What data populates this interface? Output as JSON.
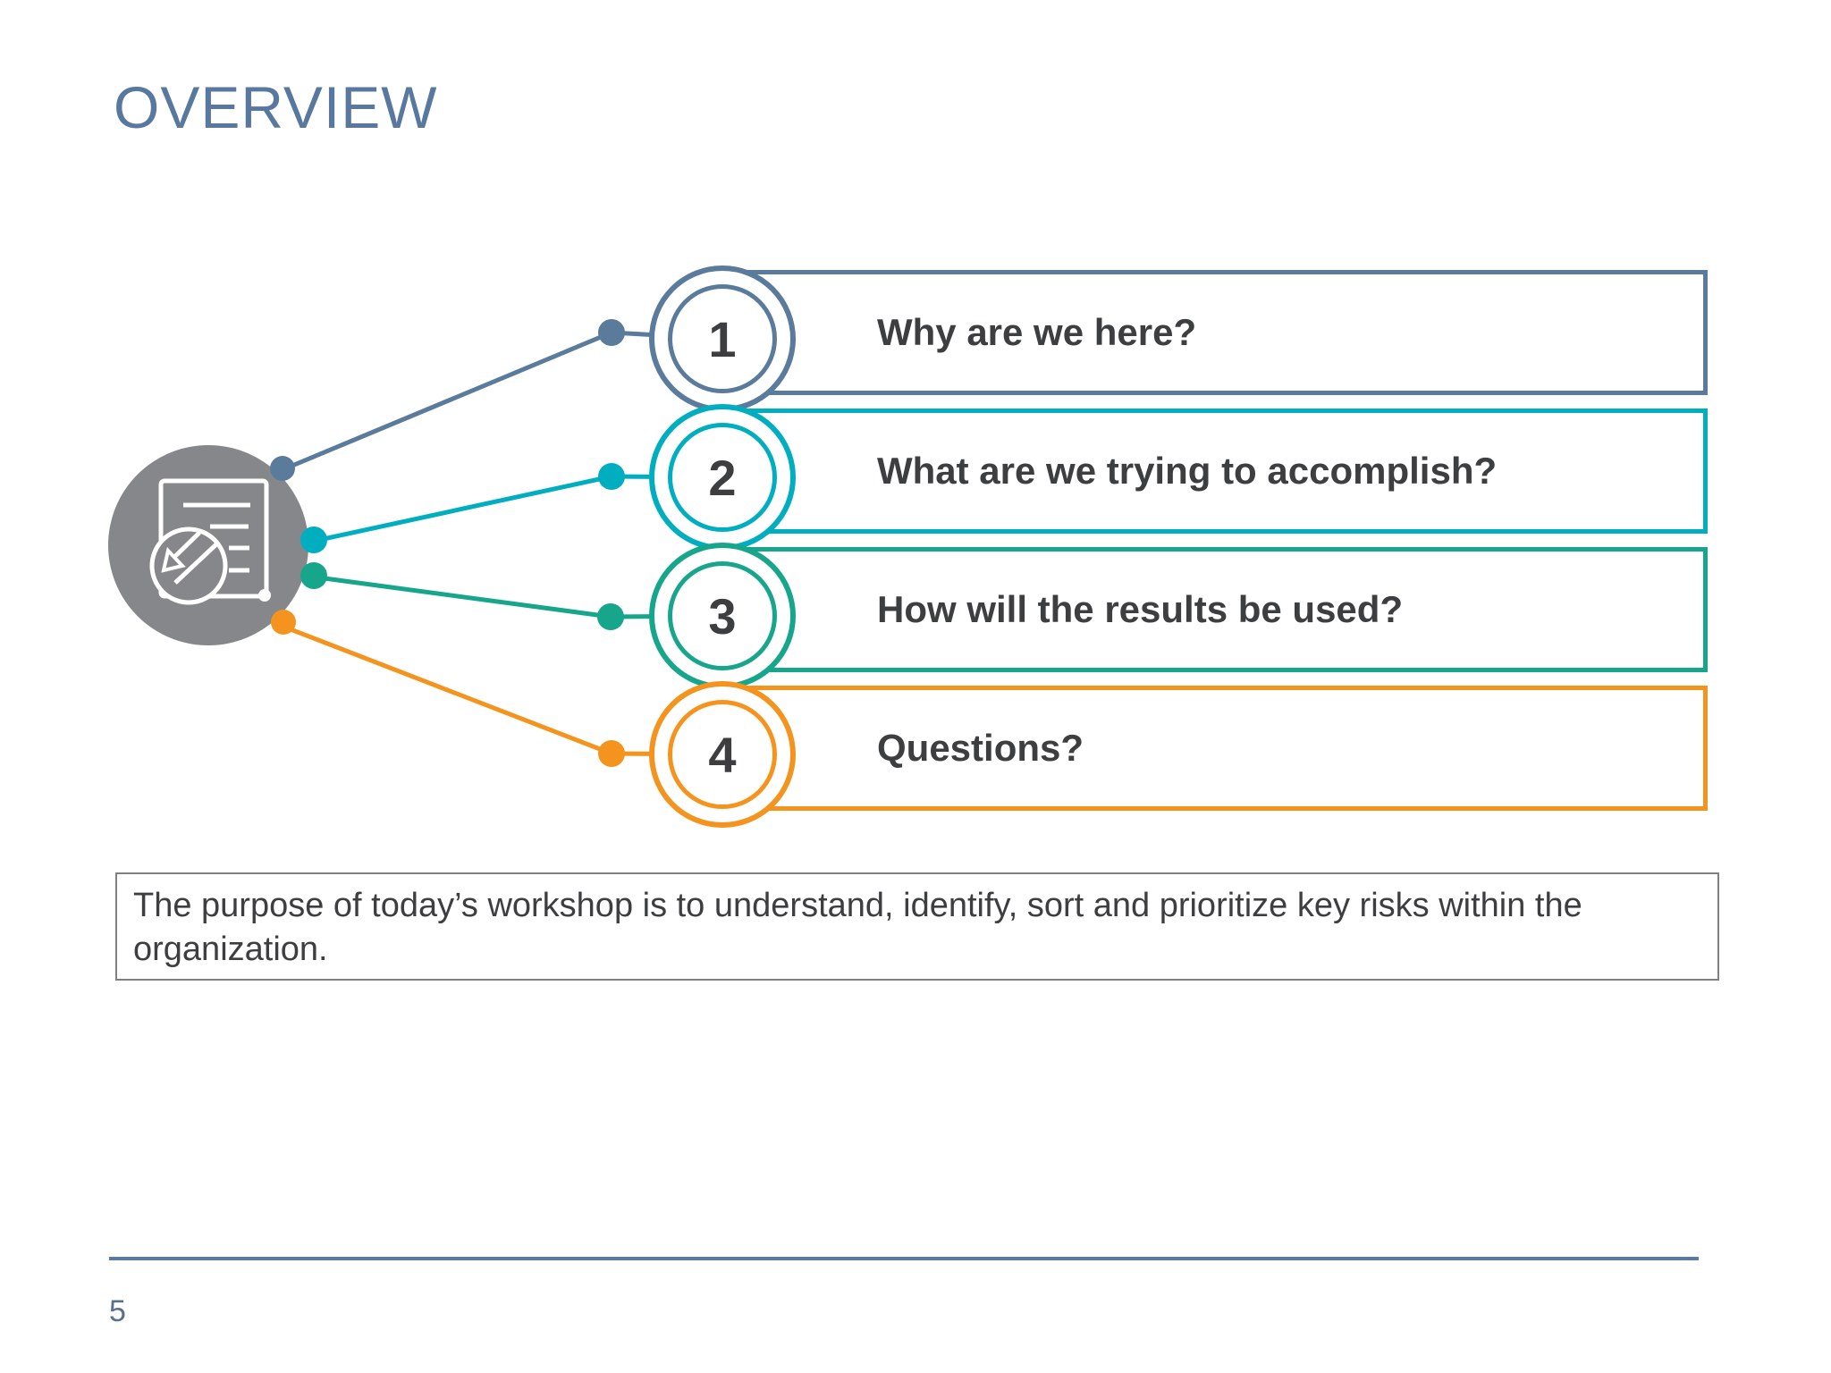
{
  "slide": {
    "title": "OVERVIEW",
    "page_number": "5",
    "summary": "The purpose of today’s workshop is to understand, identify, sort and prioritize key risks within the organization.",
    "hub": {
      "icon": "document-pie-chart-icon"
    },
    "items": [
      {
        "number": "1",
        "label": "Why are we here?",
        "color": "#5b7b9d"
      },
      {
        "number": "2",
        "label": "What are we trying to accomplish?",
        "color": "#00aec0"
      },
      {
        "number": "3",
        "label": "How will the results be used?",
        "color": "#17a68b"
      },
      {
        "number": "4",
        "label": "Questions?",
        "color": "#f4941e"
      }
    ],
    "colors": {
      "accent_slate": "#5b7b9d",
      "accent_teal": "#00aec0",
      "accent_green": "#17a68b",
      "accent_orange": "#f4941e",
      "hub_gray": "#85878a",
      "text_dark": "#3d3e40",
      "title_blue": "#5878a0",
      "summary_border": "#808080"
    }
  }
}
